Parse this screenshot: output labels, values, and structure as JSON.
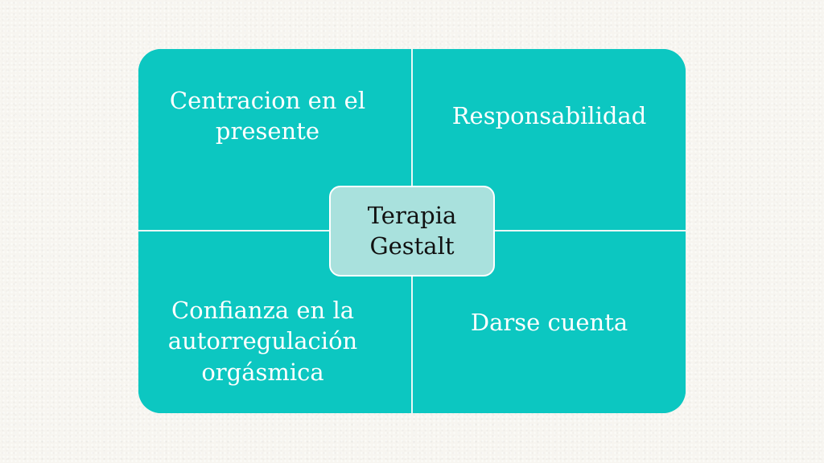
{
  "diagram": {
    "center": "Terapia\nGestalt",
    "quadrants": {
      "top_left": "Centracion en el\npresente",
      "top_right": "Responsabilidad",
      "bottom_left": "Confianza en la\nautorregulación\norgásmica",
      "bottom_right": "Darse cuenta"
    }
  },
  "colors": {
    "quadrant_fill": "#0cc7c1",
    "center_fill": "#a9e1dd",
    "quadrant_text": "#ffffff",
    "center_text": "#111111",
    "background": "#f7f5f0"
  }
}
